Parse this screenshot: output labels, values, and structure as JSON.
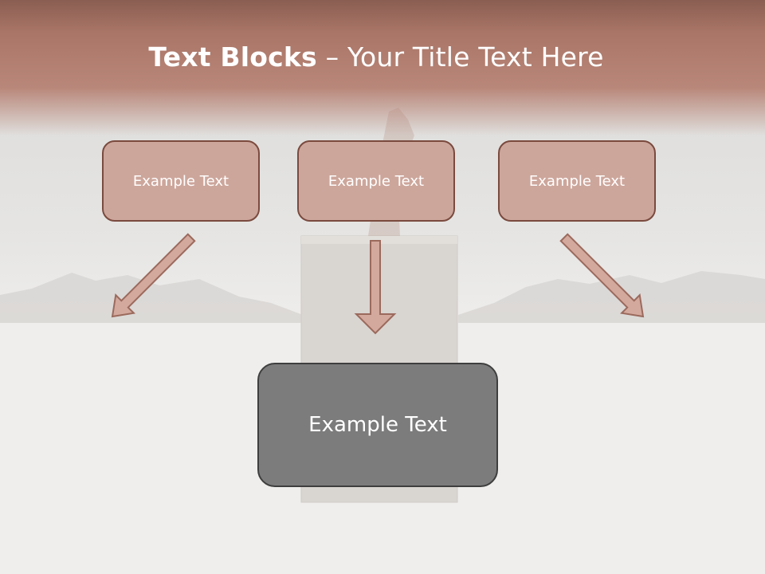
{
  "slide": {
    "title_bold": "Text Blocks",
    "title_rest": " – Your Title Text Here",
    "cards": [
      "Example Text",
      "Example Text",
      "Example Text"
    ],
    "main_box": "Example Text"
  },
  "colors": {
    "header": "#a97566",
    "card_fill": "#cda69b",
    "card_border": "#7a4a3e",
    "main_fill": "#7c7c7c",
    "arrow_fill": "#d4a99d"
  },
  "icons": [
    "down-right-arrow",
    "down-arrow",
    "down-left-arrow"
  ]
}
